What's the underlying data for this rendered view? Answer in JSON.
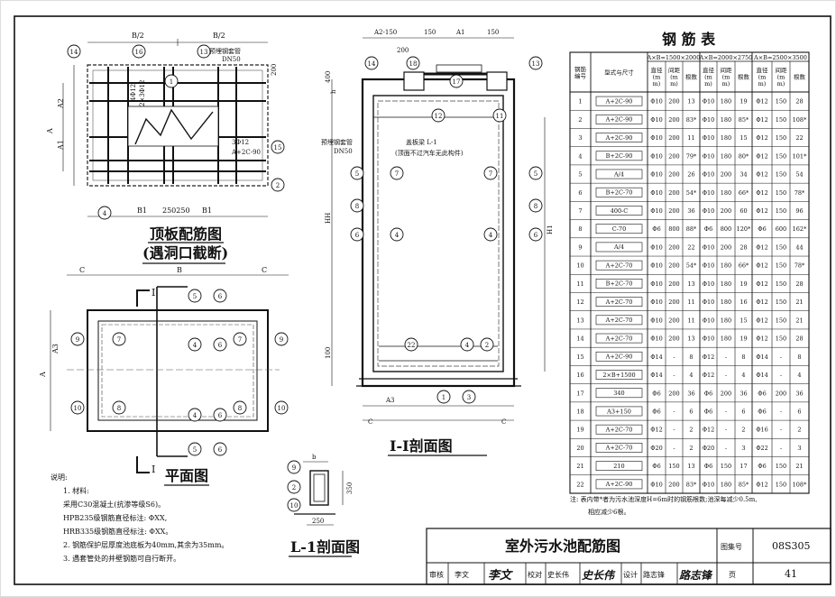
{
  "drawing": {
    "plan_top_slab": {
      "title": "顶板配筋图",
      "subtitle": "(遇洞口截断)",
      "labels": {
        "b_half_l": "B/2",
        "b_half_r": "B/2",
        "pipe": "预埋钢套管",
        "pipe_dn": "DN50",
        "a1": "A1",
        "a2": "A2",
        "a": "A",
        "b1_l": "B1",
        "mid_dims": "250250",
        "b1_r": "B1",
        "dim200": "200",
        "rebar_note": "4Φ12",
        "rebar_note2": "2×3Φ12",
        "rebar_right": "3Φ12",
        "rebar_right2": "A+2C-90"
      }
    },
    "section_1": {
      "title": "I-I剖面图",
      "labels": {
        "a2_150": "A2-150",
        "d150a": "150",
        "a1": "A1",
        "d150b": "150",
        "d200": "200",
        "h": "h",
        "d400": "400",
        "pipe": "预埋钢套管",
        "pipe_dn": "DN50",
        "beam": "盖板梁 L-1",
        "beam_note": "(顶面不过汽车无此构件)",
        "hh": "HH",
        "h1": "H1",
        "c_l": "C",
        "a3": "A3",
        "c_r": "C",
        "d100": "100"
      }
    },
    "plan": {
      "title": "平面图",
      "labels": {
        "c_l": "C",
        "b": "B",
        "c_r": "C",
        "a3": "A3",
        "a": "A",
        "sec_mark": "I"
      }
    },
    "section_l1": {
      "title": "L-1剖面图",
      "labels": {
        "b": "b",
        "d350": "350",
        "d250": "250"
      }
    },
    "notes": {
      "heading": "说明:",
      "lines": [
        "1. 材料:",
        "采用C30混凝土(抗渗等级S6)。",
        "HPB235级钢筋直径标注: ΦXX,",
        "HRB335级钢筋直径标注: ΦXX。",
        "2. 钢筋保护层厚度池底板为40mm,其余为35mm。",
        "3. 遇套管处的井壁钢筋可自行断开。"
      ]
    },
    "callouts": [
      "1",
      "2",
      "3",
      "4",
      "5",
      "6",
      "7",
      "8",
      "9",
      "10",
      "11",
      "12",
      "13",
      "14",
      "15",
      "16",
      "17",
      "18",
      "22"
    ]
  },
  "rebar_table": {
    "title": "钢 筋 表",
    "group_headers": [
      "A×B=1500×2000",
      "A×B=2000×2750",
      "A×B=2500×3500"
    ],
    "col_headers": [
      "钢筋编号",
      "型式与尺寸",
      "直径(mm)",
      "间距(mm)",
      "根数",
      "直径(mm)",
      "间距(mm)",
      "根数",
      "直径(mm)",
      "间距(mm)",
      "根数"
    ],
    "rows": [
      [
        "1",
        "A+2C-90",
        "Φ10",
        "200",
        "13",
        "Φ10",
        "180",
        "19",
        "Φ12",
        "150",
        "28"
      ],
      [
        "2",
        "A+2C-90",
        "Φ10",
        "200",
        "83*",
        "Φ10",
        "180",
        "85*",
        "Φ12",
        "150",
        "108*"
      ],
      [
        "3",
        "A+2C-90",
        "Φ10",
        "200",
        "11",
        "Φ10",
        "180",
        "15",
        "Φ12",
        "150",
        "22"
      ],
      [
        "4",
        "B+2C-90",
        "Φ10",
        "200",
        "79*",
        "Φ10",
        "180",
        "80*",
        "Φ12",
        "150",
        "101*"
      ],
      [
        "5",
        "A/4",
        "Φ10",
        "200",
        "26",
        "Φ10",
        "200",
        "34",
        "Φ12",
        "150",
        "54"
      ],
      [
        "6",
        "B+2C-70",
        "Φ10",
        "200",
        "54*",
        "Φ10",
        "180",
        "66*",
        "Φ12",
        "150",
        "78*"
      ],
      [
        "7",
        "400-C",
        "Φ10",
        "200",
        "36",
        "Φ10",
        "200",
        "60",
        "Φ12",
        "150",
        "96"
      ],
      [
        "8",
        "C-70",
        "Φ6",
        "800",
        "88*",
        "Φ6",
        "800",
        "120*",
        "Φ6",
        "600",
        "162*"
      ],
      [
        "9",
        "A/4",
        "Φ10",
        "200",
        "22",
        "Φ10",
        "200",
        "28",
        "Φ12",
        "150",
        "44"
      ],
      [
        "10",
        "A+2C-70",
        "Φ10",
        "200",
        "54*",
        "Φ10",
        "180",
        "66*",
        "Φ12",
        "150",
        "78*"
      ],
      [
        "11",
        "B+2C-70",
        "Φ10",
        "200",
        "13",
        "Φ10",
        "180",
        "19",
        "Φ12",
        "150",
        "28"
      ],
      [
        "12",
        "A+2C-70",
        "Φ10",
        "200",
        "11",
        "Φ10",
        "180",
        "16",
        "Φ12",
        "150",
        "21"
      ],
      [
        "13",
        "A+2C-70",
        "Φ10",
        "200",
        "11",
        "Φ10",
        "180",
        "15",
        "Φ12",
        "150",
        "21"
      ],
      [
        "14",
        "A+2C-70",
        "Φ10",
        "200",
        "13",
        "Φ10",
        "180",
        "19",
        "Φ12",
        "150",
        "28"
      ],
      [
        "15",
        "A+2C-90",
        "Φ14",
        "-",
        "8",
        "Φ12",
        "-",
        "8",
        "Φ14",
        "-",
        "8"
      ],
      [
        "16",
        "2×B+1500",
        "Φ14",
        "-",
        "4",
        "Φ12",
        "-",
        "4",
        "Φ14",
        "-",
        "4"
      ],
      [
        "17",
        "340",
        "Φ6",
        "200",
        "36",
        "Φ6",
        "200",
        "36",
        "Φ6",
        "200",
        "36"
      ],
      [
        "18",
        "A3+150",
        "Φ6",
        "-",
        "6",
        "Φ6",
        "-",
        "6",
        "Φ6",
        "-",
        "6"
      ],
      [
        "19",
        "A+2C-70",
        "Φ12",
        "-",
        "2",
        "Φ12",
        "-",
        "2",
        "Φ16",
        "-",
        "2"
      ],
      [
        "20",
        "A+2C-70",
        "Φ20",
        "-",
        "2",
        "Φ20",
        "-",
        "3",
        "Φ22",
        "-",
        "3"
      ],
      [
        "21",
        "210",
        "Φ6",
        "150",
        "13",
        "Φ6",
        "150",
        "17",
        "Φ6",
        "150",
        "21"
      ],
      [
        "22",
        "A+2C-90",
        "Φ10",
        "200",
        "83*",
        "Φ10",
        "180",
        "85*",
        "Φ12",
        "150",
        "108*"
      ]
    ],
    "note_line1": "注: 表内带*者为污水池深度H=6m时的钢筋根数;池深每减少0.5m,",
    "note_line2": "相应减少6根。"
  },
  "title_block": {
    "drawing_title": "室外污水池配筋图",
    "atlas_label": "图集号",
    "atlas_no": "08S305",
    "review_label": "审核",
    "reviewer": "李文",
    "reviewer_sig": "李文",
    "check_label": "校对",
    "checker": "史长伟",
    "checker_sig": "史长伟",
    "design_label": "设计",
    "designer": "路志锋",
    "designer_sig": "路志锋",
    "page_label": "页",
    "page_no": "41"
  }
}
